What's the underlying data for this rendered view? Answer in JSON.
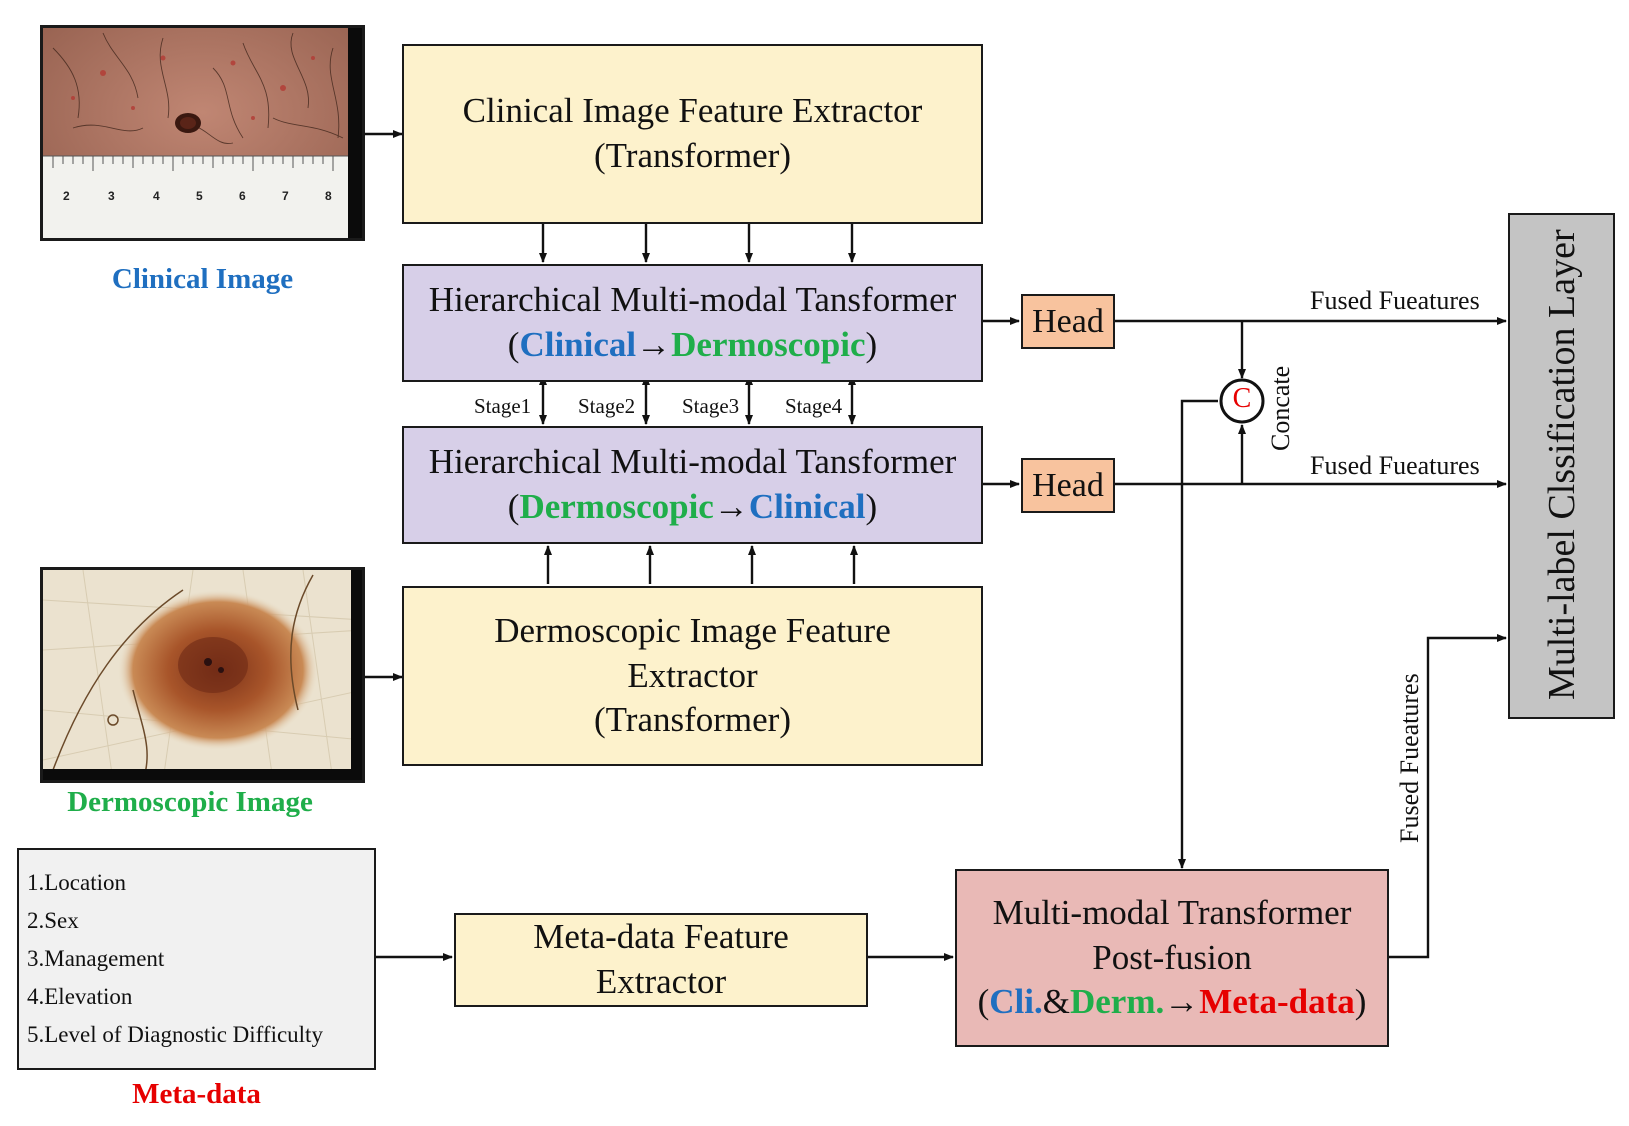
{
  "clinical_extractor": {
    "line1": "Clinical Image Feature Extractor",
    "line2": "(Transformer)"
  },
  "hmt_top": {
    "title": "Hierarchical Multi-modal Tansformer",
    "open": "(",
    "from": "Clinical",
    "arrow": "→",
    "to": "Dermoscopic",
    "close": ")"
  },
  "hmt_bottom": {
    "title": "Hierarchical Multi-modal Tansformer",
    "open": "(",
    "from": "Dermoscopic",
    "arrow": "→",
    "to": "Clinical",
    "close": ")"
  },
  "dermo_extractor": {
    "line1": "Dermoscopic Image Feature",
    "line2": "Extractor",
    "line3": "(Transformer)"
  },
  "meta_extractor": {
    "line1": "Meta-data Feature",
    "line2": "Extractor"
  },
  "post_fusion": {
    "line1": "Multi-modal Transformer",
    "line2": "Post-fusion",
    "open": "(",
    "cli": "Cli.",
    "amp": "&",
    "derm": "Derm.",
    "arrow": "→",
    "meta": "Meta-data",
    "close": ")"
  },
  "head_top": "Head",
  "head_bottom": "Head",
  "stages": [
    "Stage1",
    "Stage2",
    "Stage3",
    "Stage4"
  ],
  "concat_symbol": "C",
  "concat_label": "Concate",
  "fused_top": "Fused Fueatures",
  "fused_mid": "Fused Fueatures",
  "fused_vertical": "Fused Fueatures",
  "classifier": "Multi-label Clssification Layer",
  "captions": {
    "clinical": "Clinical Image",
    "dermoscopic": "Dermoscopic Image",
    "meta": "Meta-data"
  },
  "meta_items": [
    "1.Location",
    "2.Sex",
    "3.Management",
    "4.Elevation",
    "5.Level of Diagnostic Difficulty"
  ],
  "ruler_numbers": [
    "2",
    "3",
    "4",
    "5",
    "6",
    "7",
    "8"
  ],
  "colors": {
    "clinical": "#1f6fc0",
    "dermoscopic": "#1fae4a",
    "meta": "#e60000"
  }
}
